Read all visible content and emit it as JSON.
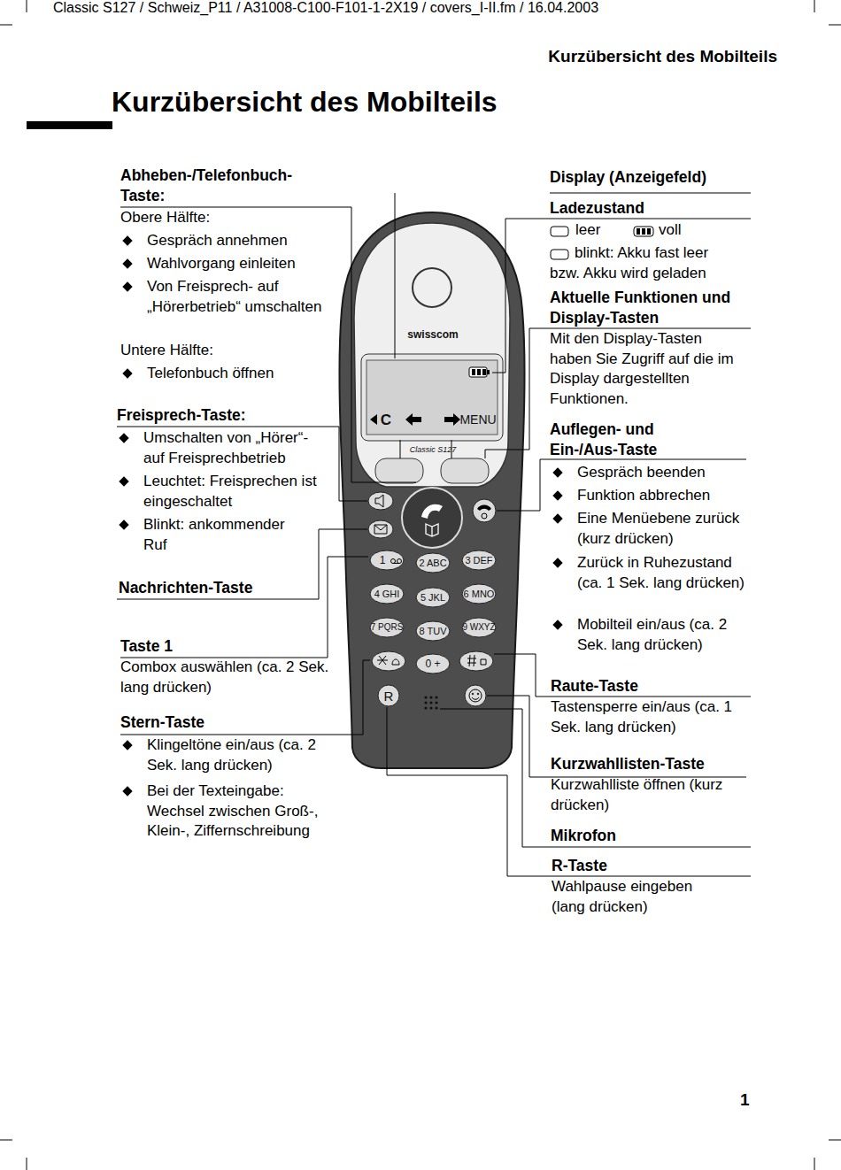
{
  "diagram": {
    "title": "Kurzübersicht des Mobilteils",
    "labels": [
      "Classic S127 / Schweiz_P11 / A31008-C100-F101-1-2X19 / covers_I-II.fm / 16.04.2003",
      "Kurzübersicht des Mobilteils",
      "Abheben-/Telefonbuch-Taste:",
      "Obere Hälfte:",
      "Gespräch annehmen",
      "Wahlvorgang einleiten",
      "Von Freisprech- auf „Hörerbetrieb“ umschalten",
      "Untere Hälfte:",
      "Telefonbuch öffnen",
      "Freisprech-Taste:",
      "Umschalten von „Hörer“- auf Freisprechbetrieb",
      "Leuchtet: Freisprechen ist eingeschaltet",
      "Blinkt: ankommender Ruf",
      "Nachrichten-Taste",
      "Taste 1",
      "Combox auswählen (ca. 2 Sek. lang drücken)",
      "Stern-Taste",
      "Klingeltöne ein/aus (ca. 2 Sek. lang drücken)",
      "Bei der Texteingabe: Wechsel zwischen Groß-, Klein-, Ziffernschreibung",
      "Display (Anzeigefeld)",
      "Ladezustand",
      "leer",
      "voll",
      "blinkt: Akku fast leer bzw. Akku wird geladen",
      "Aktuelle Funktionen und Display-Tasten",
      "Mit den Display-Tasten haben Sie Zugriff auf die im Display dargestellten Funktionen.",
      "Auflegen- und Ein-/Aus-Taste",
      "Gespräch beenden",
      "Funktion abbrechen",
      "Eine Menüebene zurück (kurz drücken)",
      "Zurück in Ruhezustand (ca. 1 Sek. lang drücken)",
      "Mobilteil ein/aus (ca. 2 Sek. lang drücken)",
      "Raute-Taste",
      "Tastensperre ein/aus (ca. 1 Sek. lang drücken)",
      "Kurzwahllisten-Taste",
      "Kurzwahlliste öffnen (kurz drücken)",
      "Mikrofon",
      "R-Taste",
      "Wahlpause eingeben (lang drücken)",
      "1",
      "swisscom",
      "C",
      "MENU",
      "Classic S127",
      "1",
      "2 ABC",
      "3 DEF",
      "4 GHI",
      "5 JKL",
      "6 MNO",
      "7 PQRS",
      "8 TUV",
      "9 WXYZ",
      "0 +",
      "R"
    ]
  }
}
